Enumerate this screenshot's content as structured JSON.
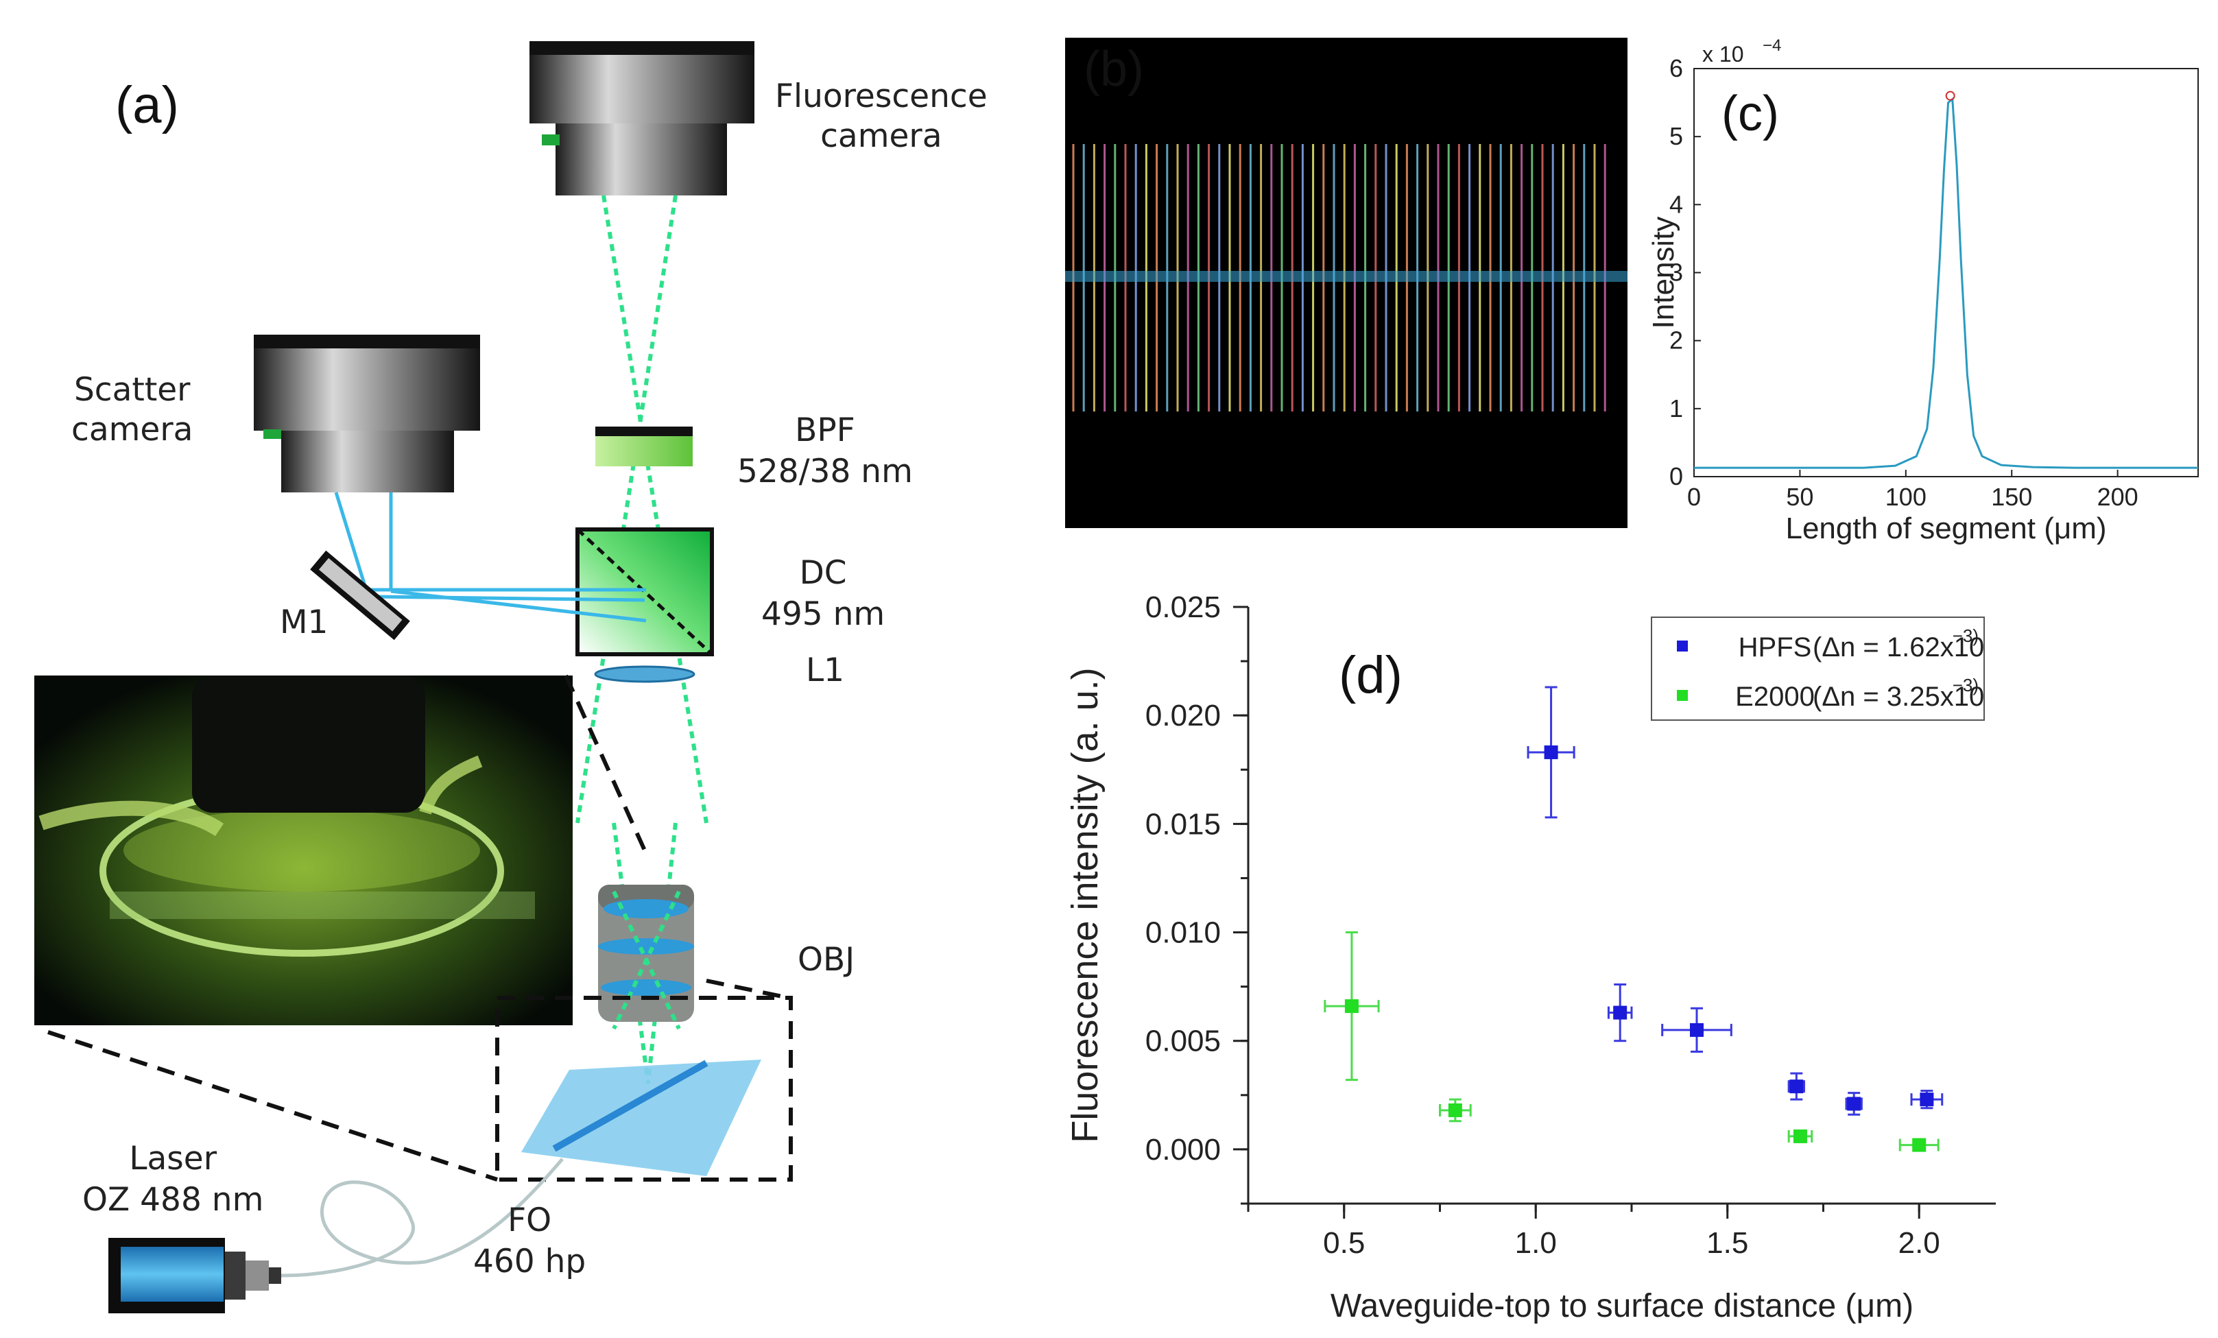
{
  "panels": {
    "a": "(a)",
    "b": "(b)",
    "c": "(c)",
    "d": "(d)"
  },
  "setup": {
    "fluorescence_camera": [
      "Fluorescence",
      "camera"
    ],
    "scatter_camera": [
      "Scatter",
      "camera"
    ],
    "bpf": [
      "BPF",
      "528/38 nm"
    ],
    "dc": [
      "DC",
      "495 nm"
    ],
    "l1": "L1",
    "m1": "M1",
    "obj": "OBJ",
    "fo": [
      "FO",
      "460 hp"
    ],
    "laser": [
      "Laser",
      "OZ 488 nm"
    ]
  },
  "colors": {
    "beam_green": "#2ee08a",
    "beam_blue": "#3ab8e8",
    "hpfs": "#1a1ad8",
    "e2000": "#22dd22",
    "filter_green": "#7fd84a"
  },
  "chart_data": [
    {
      "id": "c",
      "type": "line",
      "title": "",
      "xlabel": "Length of segment (μm)",
      "ylabel": "Intensity",
      "y_exponent_label": "x 10",
      "y_exponent_power": "−4",
      "xlim": [
        0,
        238
      ],
      "ylim": [
        0,
        6
      ],
      "xticks": [
        0,
        50,
        100,
        150,
        200
      ],
      "yticks": [
        0,
        1,
        2,
        3,
        4,
        5,
        6
      ],
      "x": [
        0,
        20,
        40,
        60,
        80,
        95,
        105,
        110,
        113,
        116,
        118,
        120,
        122,
        124,
        126,
        129,
        132,
        136,
        145,
        160,
        180,
        200,
        238
      ],
      "y": [
        0.13,
        0.13,
        0.13,
        0.13,
        0.13,
        0.16,
        0.3,
        0.7,
        1.6,
        3.2,
        4.5,
        5.5,
        5.55,
        4.6,
        3.2,
        1.5,
        0.6,
        0.3,
        0.17,
        0.14,
        0.13,
        0.13,
        0.13
      ],
      "peak": {
        "x": 121,
        "y": 5.6
      }
    },
    {
      "id": "d",
      "type": "scatter",
      "xlabel": "Waveguide-top to surface distance (μm)",
      "ylabel": "Fluorescence intensity (a. u.)",
      "xlim": [
        0.25,
        2.2
      ],
      "ylim": [
        -0.0025,
        0.025
      ],
      "xticks": [
        "0.5",
        "1.0",
        "1.5",
        "2.0"
      ],
      "yticks": [
        "0.000",
        "0.005",
        "0.010",
        "0.015",
        "0.020",
        "0.025"
      ],
      "legend_position": "top-right",
      "series": [
        {
          "name": "HPFS (Δn = 1.62x10",
          "name_power": "−3",
          "points": [
            {
              "x": 1.04,
              "y": 0.0183,
              "xerr": 0.06,
              "yerr": 0.003
            },
            {
              "x": 1.22,
              "y": 0.0063,
              "xerr": 0.03,
              "yerr": 0.0013
            },
            {
              "x": 1.42,
              "y": 0.0055,
              "xerr": 0.09,
              "yerr": 0.001
            },
            {
              "x": 1.68,
              "y": 0.0029,
              "xerr": 0.02,
              "yerr": 0.0006
            },
            {
              "x": 1.83,
              "y": 0.0021,
              "xerr": 0.02,
              "yerr": 0.0005
            },
            {
              "x": 2.02,
              "y": 0.0023,
              "xerr": 0.04,
              "yerr": 0.0004
            }
          ]
        },
        {
          "name": "E2000 (Δn = 3.25x10",
          "name_power": "−3",
          "points": [
            {
              "x": 0.52,
              "y": 0.0066,
              "xerr": 0.07,
              "yerr": 0.0034
            },
            {
              "x": 0.79,
              "y": 0.0018,
              "xerr": 0.04,
              "yerr": 0.0005
            },
            {
              "x": 1.69,
              "y": 0.0006,
              "xerr": 0.03,
              "yerr": 0.0002
            },
            {
              "x": 2.0,
              "y": 0.0002,
              "xerr": 0.05,
              "yerr": 0.0002
            }
          ]
        }
      ]
    }
  ]
}
